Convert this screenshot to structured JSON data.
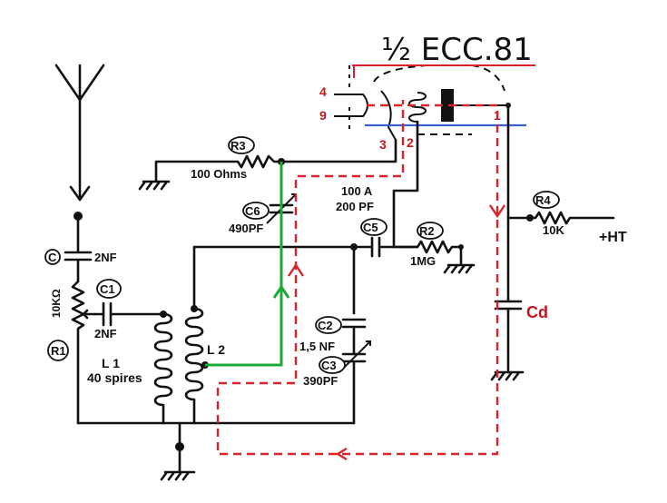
{
  "title": "½ ECC.81",
  "pins": {
    "p4": "4",
    "p9": "9",
    "p3": "3",
    "p2": "2",
    "p1": "1"
  },
  "components": {
    "r3": {
      "tag": "R3",
      "value": "100 Ohms"
    },
    "c6": {
      "tag": "C6",
      "value": "490PF"
    },
    "c5": {
      "tag": "C5",
      "value_a": "100 A",
      "value_b": "200 PF"
    },
    "r2": {
      "tag": "R2",
      "value": "1MG"
    },
    "r4": {
      "tag": "R4",
      "value": "10K"
    },
    "ht": "+HT",
    "cd": "Cd",
    "c_in": {
      "tag": "C",
      "value": "2NF"
    },
    "c1": {
      "tag": "C1",
      "value": "2NF"
    },
    "r1": {
      "tag": "R1",
      "value": "10KΩ"
    },
    "c2": {
      "tag": "C2",
      "value": "1,5 NF"
    },
    "c3": {
      "tag": "C3",
      "value": "390PF"
    },
    "l1": {
      "tag": "L 1",
      "value": "40 spires"
    },
    "l2": {
      "tag": "L 2"
    }
  },
  "colors": {
    "wire": "#111111",
    "signal_path": "#d8232a",
    "feedback": "#1fa83a",
    "plate": "#3a5fd0"
  }
}
